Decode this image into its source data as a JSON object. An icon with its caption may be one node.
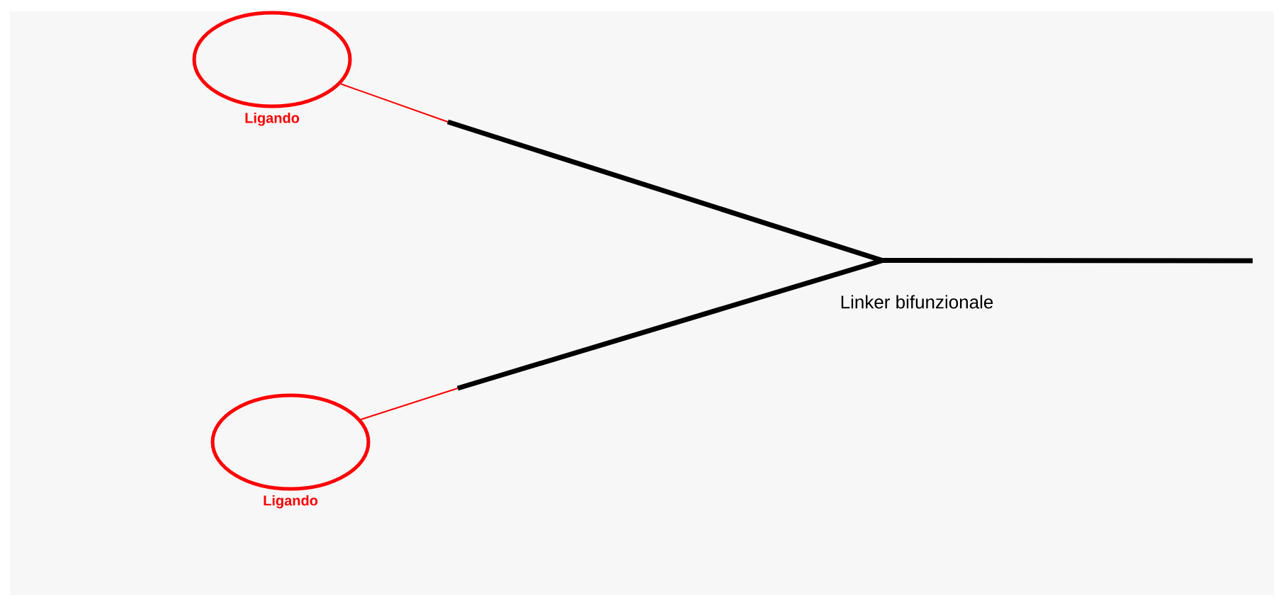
{
  "diagram": {
    "nodes": [
      {
        "text": [],
        "shape": "circle",
        "beside": [
          "Ligando"
        ]
      },
      {
        "text": [],
        "shape": "circle",
        "beside": [
          "Ligando"
        ]
      },
      {
        "text": [
          "Linker bifunzionale"
        ]
      }
    ],
    "edges": [
      {
        "from": 0,
        "to": 2,
        "arrow": "none"
      },
      {
        "from": 1,
        "to": 2,
        "arrow": "none"
      },
      {
        "from": 2,
        "to": null,
        "arrow": "none"
      }
    ]
  }
}
